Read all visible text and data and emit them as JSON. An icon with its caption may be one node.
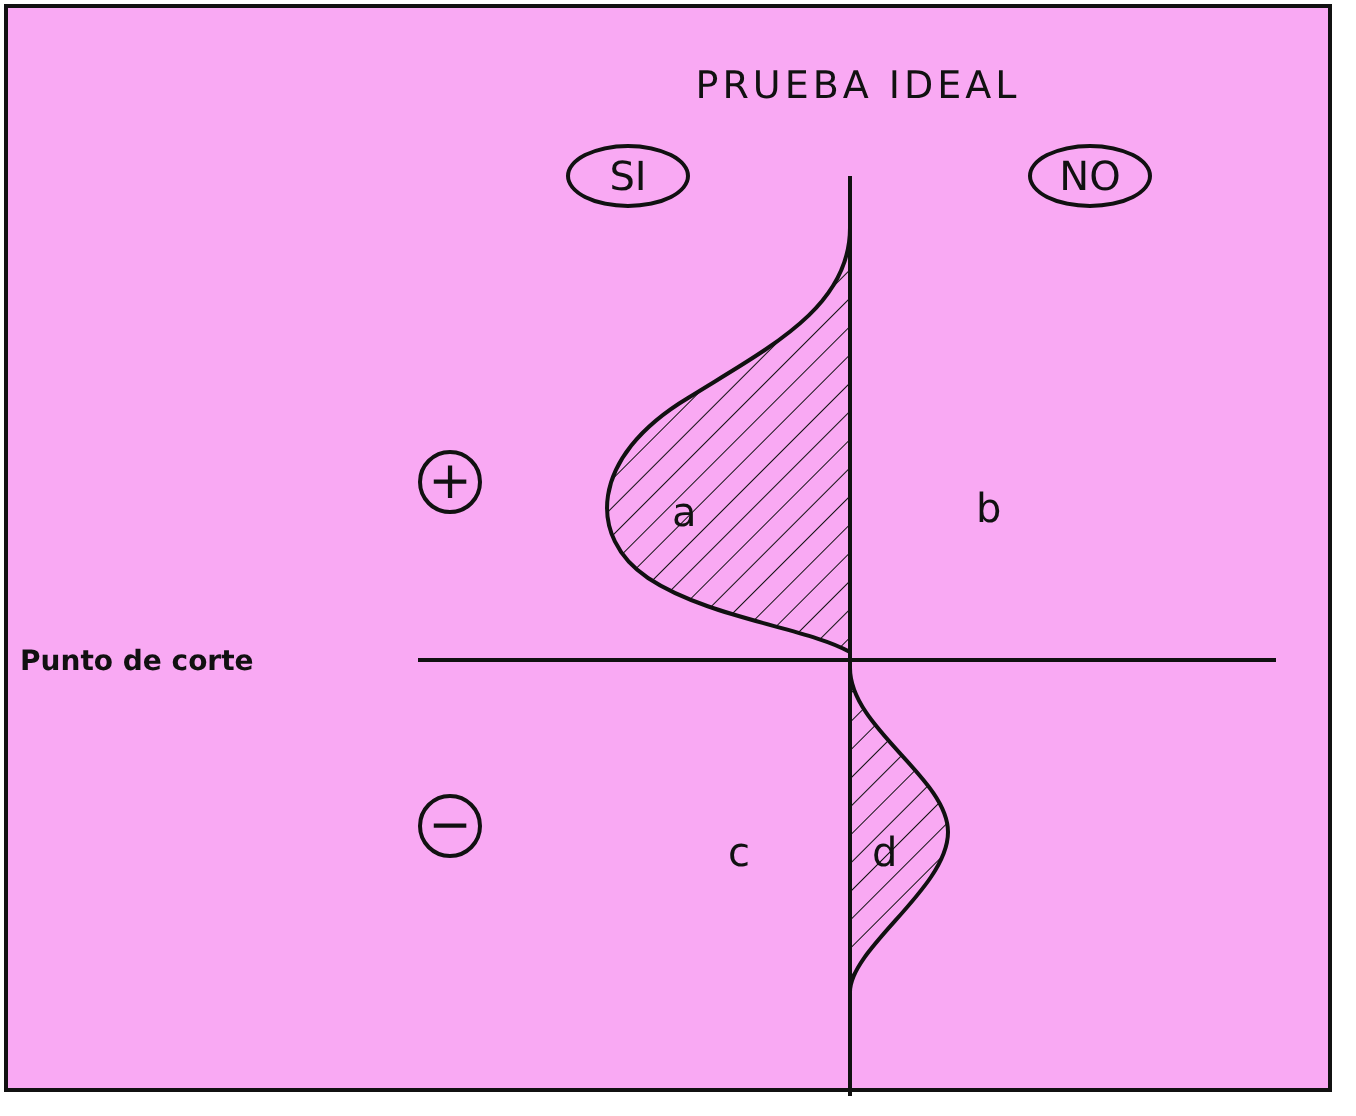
{
  "diagram": {
    "title": "PRUEBA IDEAL",
    "nodes": [
      {
        "text": [
          "SI"
        ]
      },
      {
        "text": [
          "NO"
        ]
      },
      {
        "text": [
          "+"
        ]
      },
      {
        "text": [
          "−"
        ]
      }
    ],
    "labels": [
      "a",
      "b",
      "Punto de corte",
      "c",
      "d"
    ]
  }
}
